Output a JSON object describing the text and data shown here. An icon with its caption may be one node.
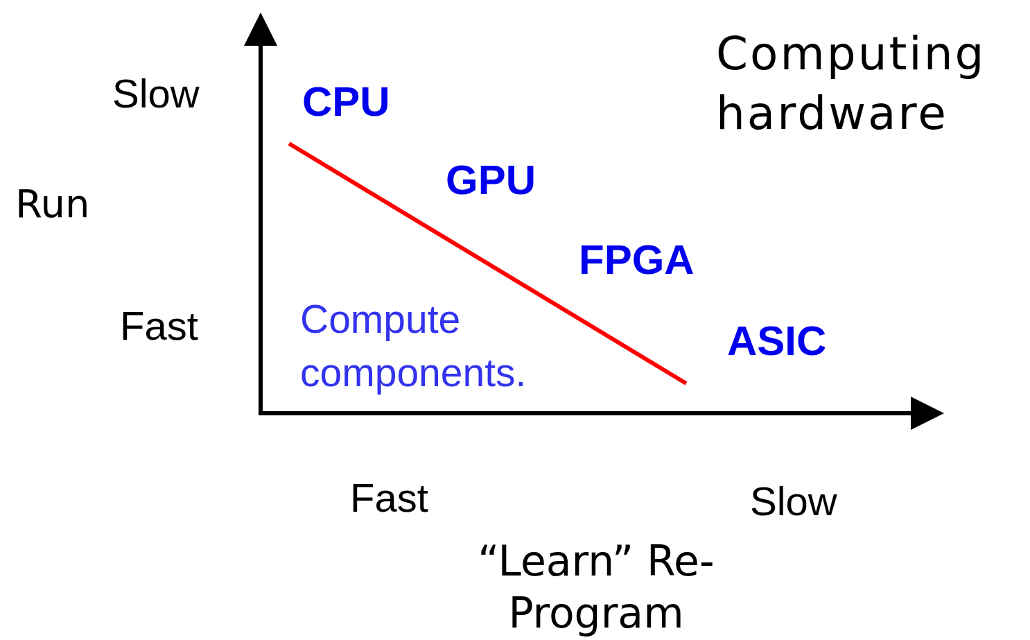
{
  "diagram": {
    "title": "Computing hardware",
    "labels": [
      "Slow",
      "CPU",
      "GPU",
      "Run",
      "FPGA",
      "Compute components.",
      "Fast",
      "ASIC",
      "Fast",
      "Slow",
      "“Learn” Re-Program"
    ]
  }
}
